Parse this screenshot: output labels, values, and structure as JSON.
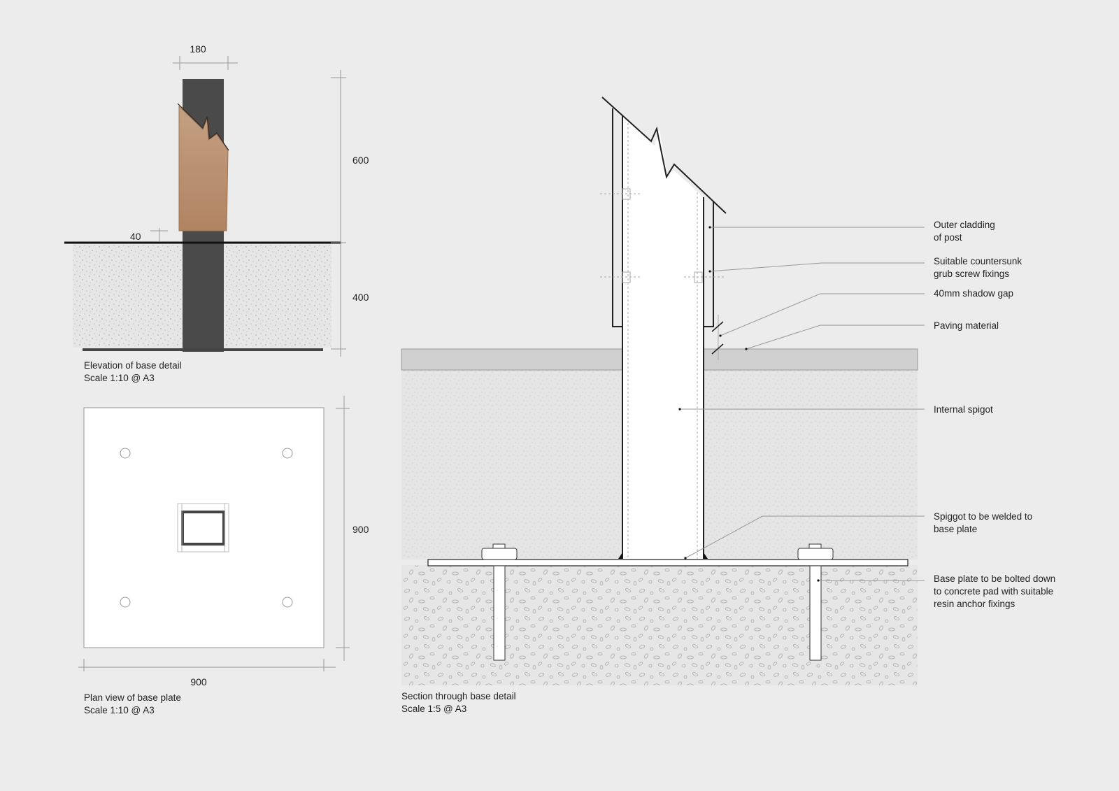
{
  "drawings": {
    "elevation": {
      "title": "Elevation of base detail",
      "scale": "Scale 1:10 @ A3",
      "dimensions": {
        "width": "180",
        "above_ground": "600",
        "below_ground": "400",
        "shadow_gap": "40"
      }
    },
    "plan": {
      "title": "Plan view of base plate",
      "scale": "Scale 1:10 @ A3",
      "dimensions": {
        "width": "900",
        "height": "900"
      }
    },
    "section": {
      "title": "Section through base detail",
      "scale": "Scale 1:5 @ A3",
      "annotations": [
        {
          "line1": "Outer cladding",
          "line2": "of post",
          "line3": ""
        },
        {
          "line1": "Suitable countersunk",
          "line2": "grub screw fixings",
          "line3": ""
        },
        {
          "line1": "40mm shadow gap",
          "line2": "",
          "line3": ""
        },
        {
          "line1": "Paving material",
          "line2": "",
          "line3": ""
        },
        {
          "line1": "Internal spigot",
          "line2": "",
          "line3": ""
        },
        {
          "line1": "Spiggot to be welded to",
          "line2": "base plate",
          "line3": ""
        },
        {
          "line1": "Base plate to be bolted down",
          "line2": "to concrete pad with suitable",
          "line3": "resin anchor fixings"
        }
      ]
    }
  },
  "colors": {
    "background": "#ececec",
    "post": "#4a4a4a",
    "cladding": "#b8916f",
    "paving": "#d0d0d0",
    "ground": "#e4e4e4",
    "line": "#222222"
  }
}
